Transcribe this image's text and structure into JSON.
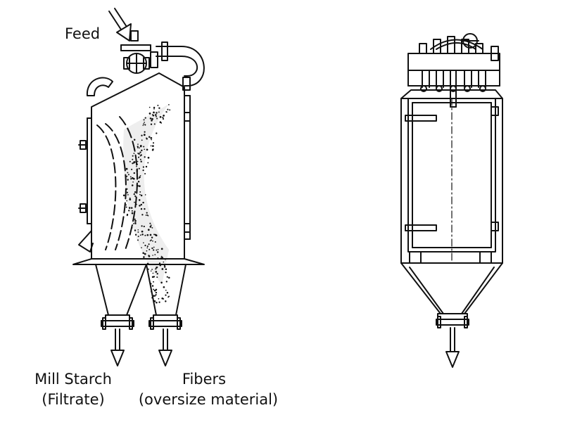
{
  "labels": {
    "feed": "Feed",
    "mill_starch": "Mill Starch",
    "filtrate": "(Filtrate)",
    "fibers": "Fibers",
    "oversize": "(oversize material)"
  },
  "colors": {
    "line": "#111111",
    "background": "#ffffff"
  }
}
